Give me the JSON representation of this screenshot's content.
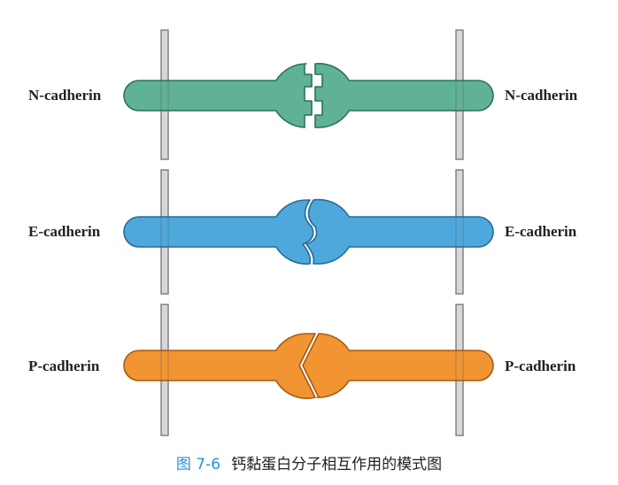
{
  "rows": [
    {
      "left_label": "N-cadherin",
      "right_label": "N-cadherin",
      "color": "#5fb197",
      "stroke": "#2e6f5c",
      "interface": "step"
    },
    {
      "left_label": "E-cadherin",
      "right_label": "E-cadherin",
      "color": "#4fa8db",
      "stroke": "#236b95",
      "interface": "curve"
    },
    {
      "left_label": "P-cadherin",
      "right_label": "P-cadherin",
      "color": "#f29432",
      "stroke": "#a55a12",
      "interface": "zigzag"
    }
  ],
  "membrane_color": "#d7d7d9",
  "caption": {
    "figure_number": "图 7-6",
    "text": "钙黏蛋白分子相互作用的模式图"
  }
}
